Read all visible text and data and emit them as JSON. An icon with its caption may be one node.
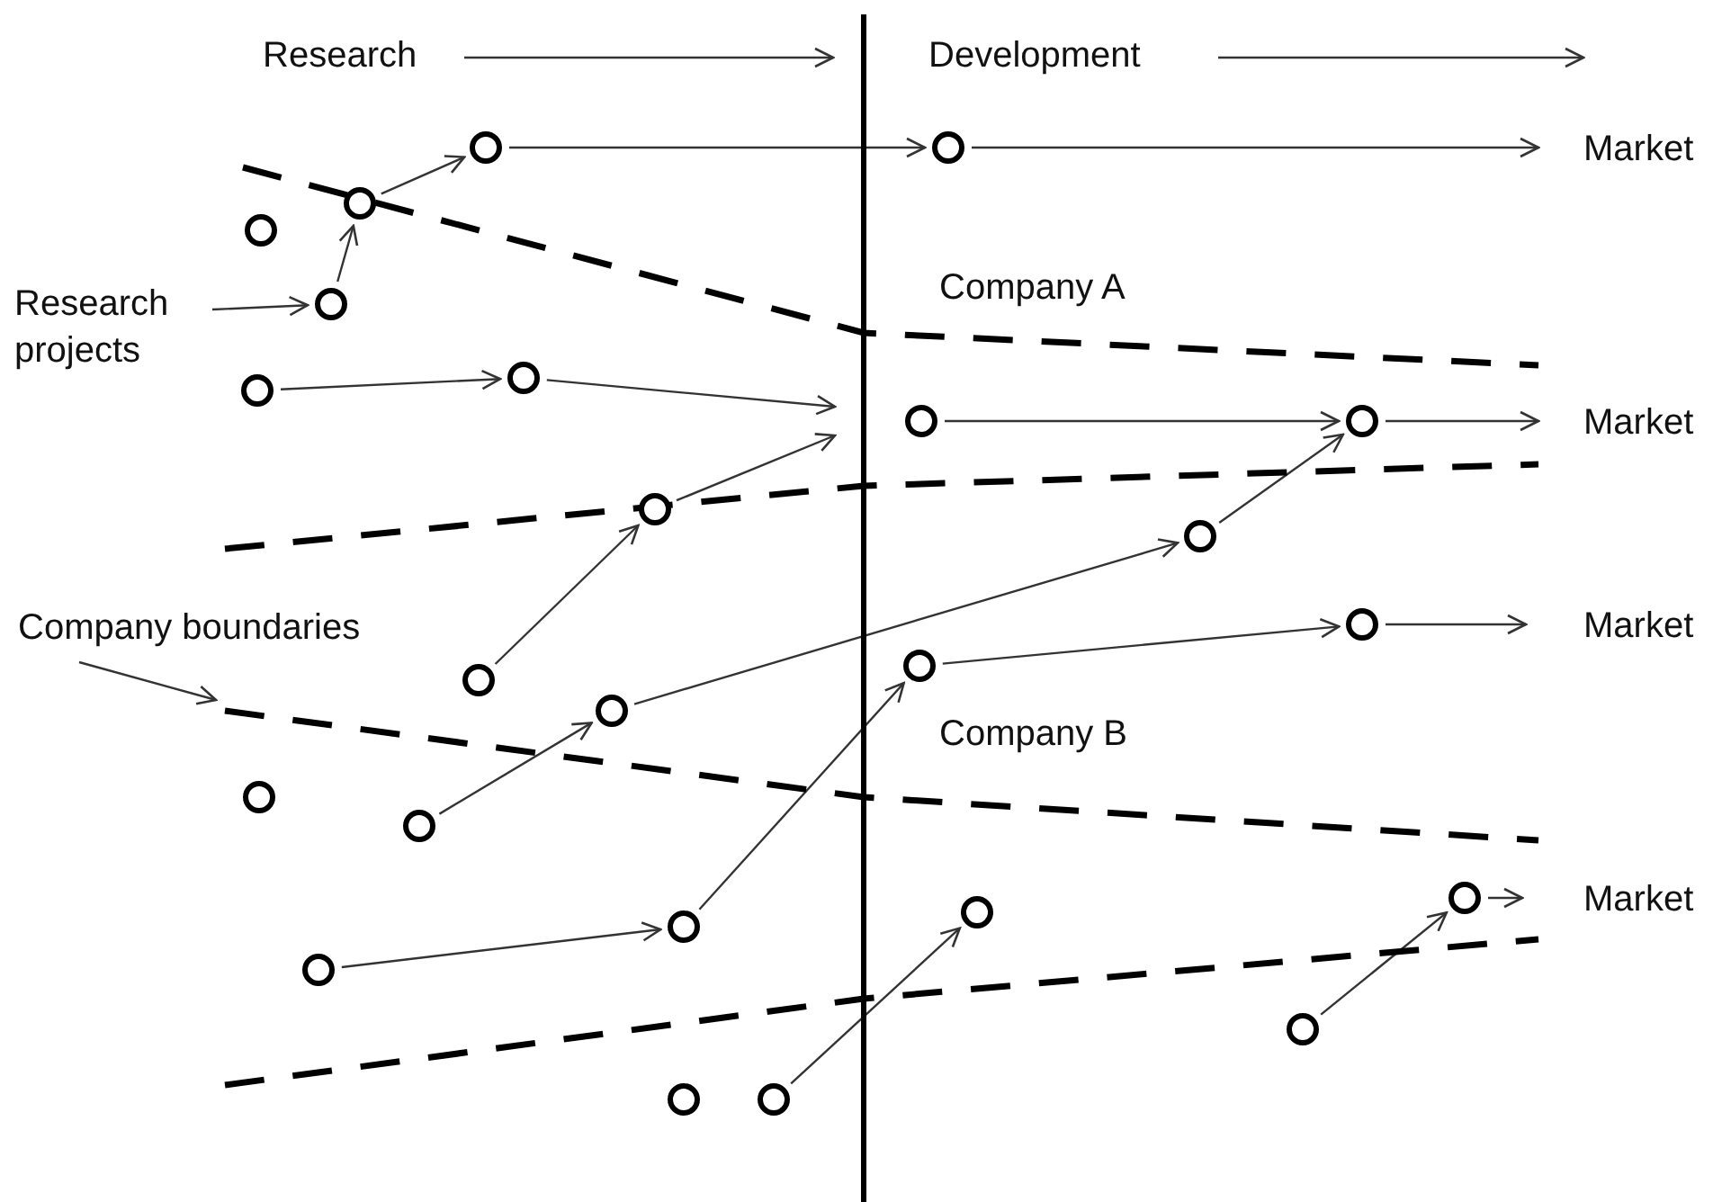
{
  "diagram": {
    "nodes": [
      {
        "text": [],
        "shape": "circle"
      },
      {
        "text": [],
        "shape": "circle"
      },
      {
        "text": [
          "Market"
        ]
      },
      {
        "text": [],
        "shape": "circle"
      },
      {
        "text": [],
        "shape": "circle"
      },
      {
        "text": [
          "Research projects"
        ]
      },
      {
        "text": [],
        "shape": "circle"
      },
      {
        "text": [],
        "shape": "circle"
      },
      {
        "text": [],
        "shape": "circle"
      },
      {
        "text": [],
        "shape": "circle"
      },
      {
        "text": [],
        "shape": "circle"
      },
      {
        "text": [
          "Market"
        ]
      },
      {
        "text": [],
        "shape": "circle"
      },
      {
        "text": [],
        "shape": "circle"
      },
      {
        "text": [
          "Company boundaries"
        ]
      },
      {
        "text": [],
        "shape": "circle"
      },
      {
        "text": [
          "Market"
        ]
      },
      {
        "text": [],
        "shape": "circle"
      },
      {
        "text": [],
        "shape": "circle"
      },
      {
        "text": [],
        "shape": "circle"
      },
      {
        "text": [],
        "shape": "circle"
      },
      {
        "text": [],
        "shape": "circle"
      },
      {
        "text": [],
        "shape": "circle"
      },
      {
        "text": [],
        "shape": "circle"
      },
      {
        "text": [
          "Market"
        ]
      },
      {
        "text": [],
        "shape": "circle"
      },
      {
        "text": [],
        "shape": "circle"
      },
      {
        "text": [],
        "shape": "circle"
      },
      {
        "text": [],
        "shape": "circle"
      },
      {
        "text": [],
        "shape": "circle"
      }
    ],
    "edges": [
      {
        "from": 3,
        "to": 0,
        "arrow": "to"
      },
      {
        "from": 6,
        "to": 3,
        "arrow": "to"
      },
      {
        "from": 0,
        "to": 1,
        "arrow": "to"
      },
      {
        "from": 1,
        "to": 2,
        "arrow": "to"
      },
      {
        "from": 5,
        "to": 6,
        "arrow": "to"
      },
      {
        "from": 8,
        "to": 7,
        "arrow": "to"
      },
      {
        "from": 7,
        "to": null,
        "arrow": "to"
      },
      {
        "from": 12,
        "to": null,
        "arrow": "to"
      },
      {
        "from": 9,
        "to": 10,
        "arrow": "to"
      },
      {
        "from": 10,
        "to": 11,
        "arrow": "to"
      },
      {
        "from": 18,
        "to": 12,
        "arrow": "to"
      },
      {
        "from": 21,
        "to": 19,
        "arrow": "to"
      },
      {
        "from": 19,
        "to": 13,
        "arrow": "to"
      },
      {
        "from": 13,
        "to": 10,
        "arrow": "to"
      },
      {
        "from": 17,
        "to": 15,
        "arrow": "to"
      },
      {
        "from": 15,
        "to": 16,
        "arrow": "to"
      },
      {
        "from": 26,
        "to": 25,
        "arrow": "to"
      },
      {
        "from": 25,
        "to": 17,
        "arrow": "to"
      },
      {
        "from": 29,
        "to": 22,
        "arrow": "to"
      },
      {
        "from": 27,
        "to": 23,
        "arrow": "to"
      },
      {
        "from": 23,
        "to": 24,
        "arrow": "to"
      },
      {
        "from": 14,
        "to": null,
        "arrow": "to"
      }
    ],
    "labels": [
      "Research",
      "Development",
      "Company A",
      "Company B"
    ]
  }
}
